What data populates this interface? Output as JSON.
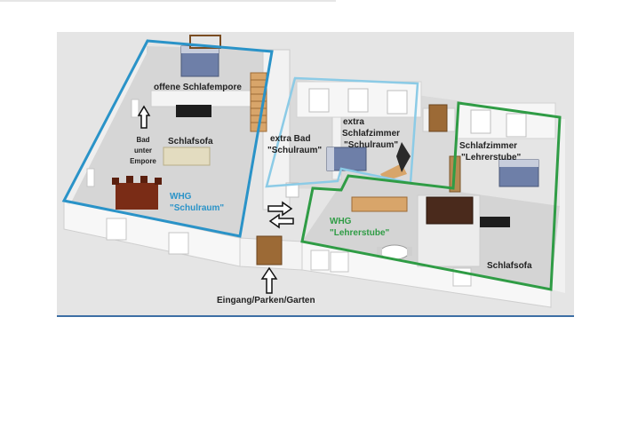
{
  "labels": {
    "offene_schlafempore": "offene Schlafempore",
    "schlafsofa_left": "Schlafsofa",
    "bad_line1": "Bad",
    "bad_line2": "unter",
    "bad_line3": "Empore",
    "whg_schulraum_line1": "WHG",
    "whg_schulraum_line2": "\"Schulraum\"",
    "extra_bad_line1": "extra Bad",
    "extra_bad_line2": "\"Schulraum\"",
    "extra_schlafzimmer_line1": "extra",
    "extra_schlafzimmer_line2": "Schlafzimmer",
    "extra_schlafzimmer_line3": "\"Schulraum\"",
    "schlafzimmer_lehrer_line1": "Schlafzimmer",
    "schlafzimmer_lehrer_line2": "\"Lehrerstube\"",
    "whg_lehrerstube_line1": "WHG",
    "whg_lehrerstube_line2": "\"Lehrerstube\"",
    "schlafsofa_right": "Schlafsofa",
    "eingang": "Eingang/Parken/Garten"
  },
  "colors": {
    "schulraum_outline": "#2a93c8",
    "extra_outline": "#8ccbe6",
    "lehrerstube_outline": "#2f9c45",
    "wall": "#f7f7f7",
    "floor": "#d9d9d9",
    "wood": "#8a5a2b"
  }
}
